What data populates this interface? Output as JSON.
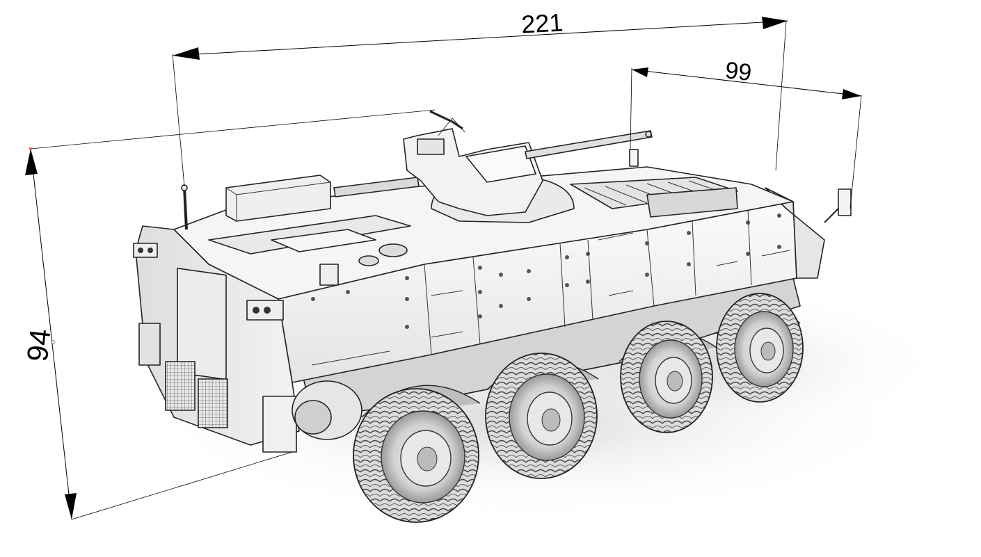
{
  "dimensions": {
    "length": "221",
    "turret_offset": "99",
    "height": "94"
  },
  "colors": {
    "line": "#000000",
    "body_light": "#f3f3f3",
    "body_mid": "#dcdcdc",
    "body_dark": "#9a9a9a",
    "tire": "#c8c8c8",
    "shadow": "#e2e2e2"
  }
}
